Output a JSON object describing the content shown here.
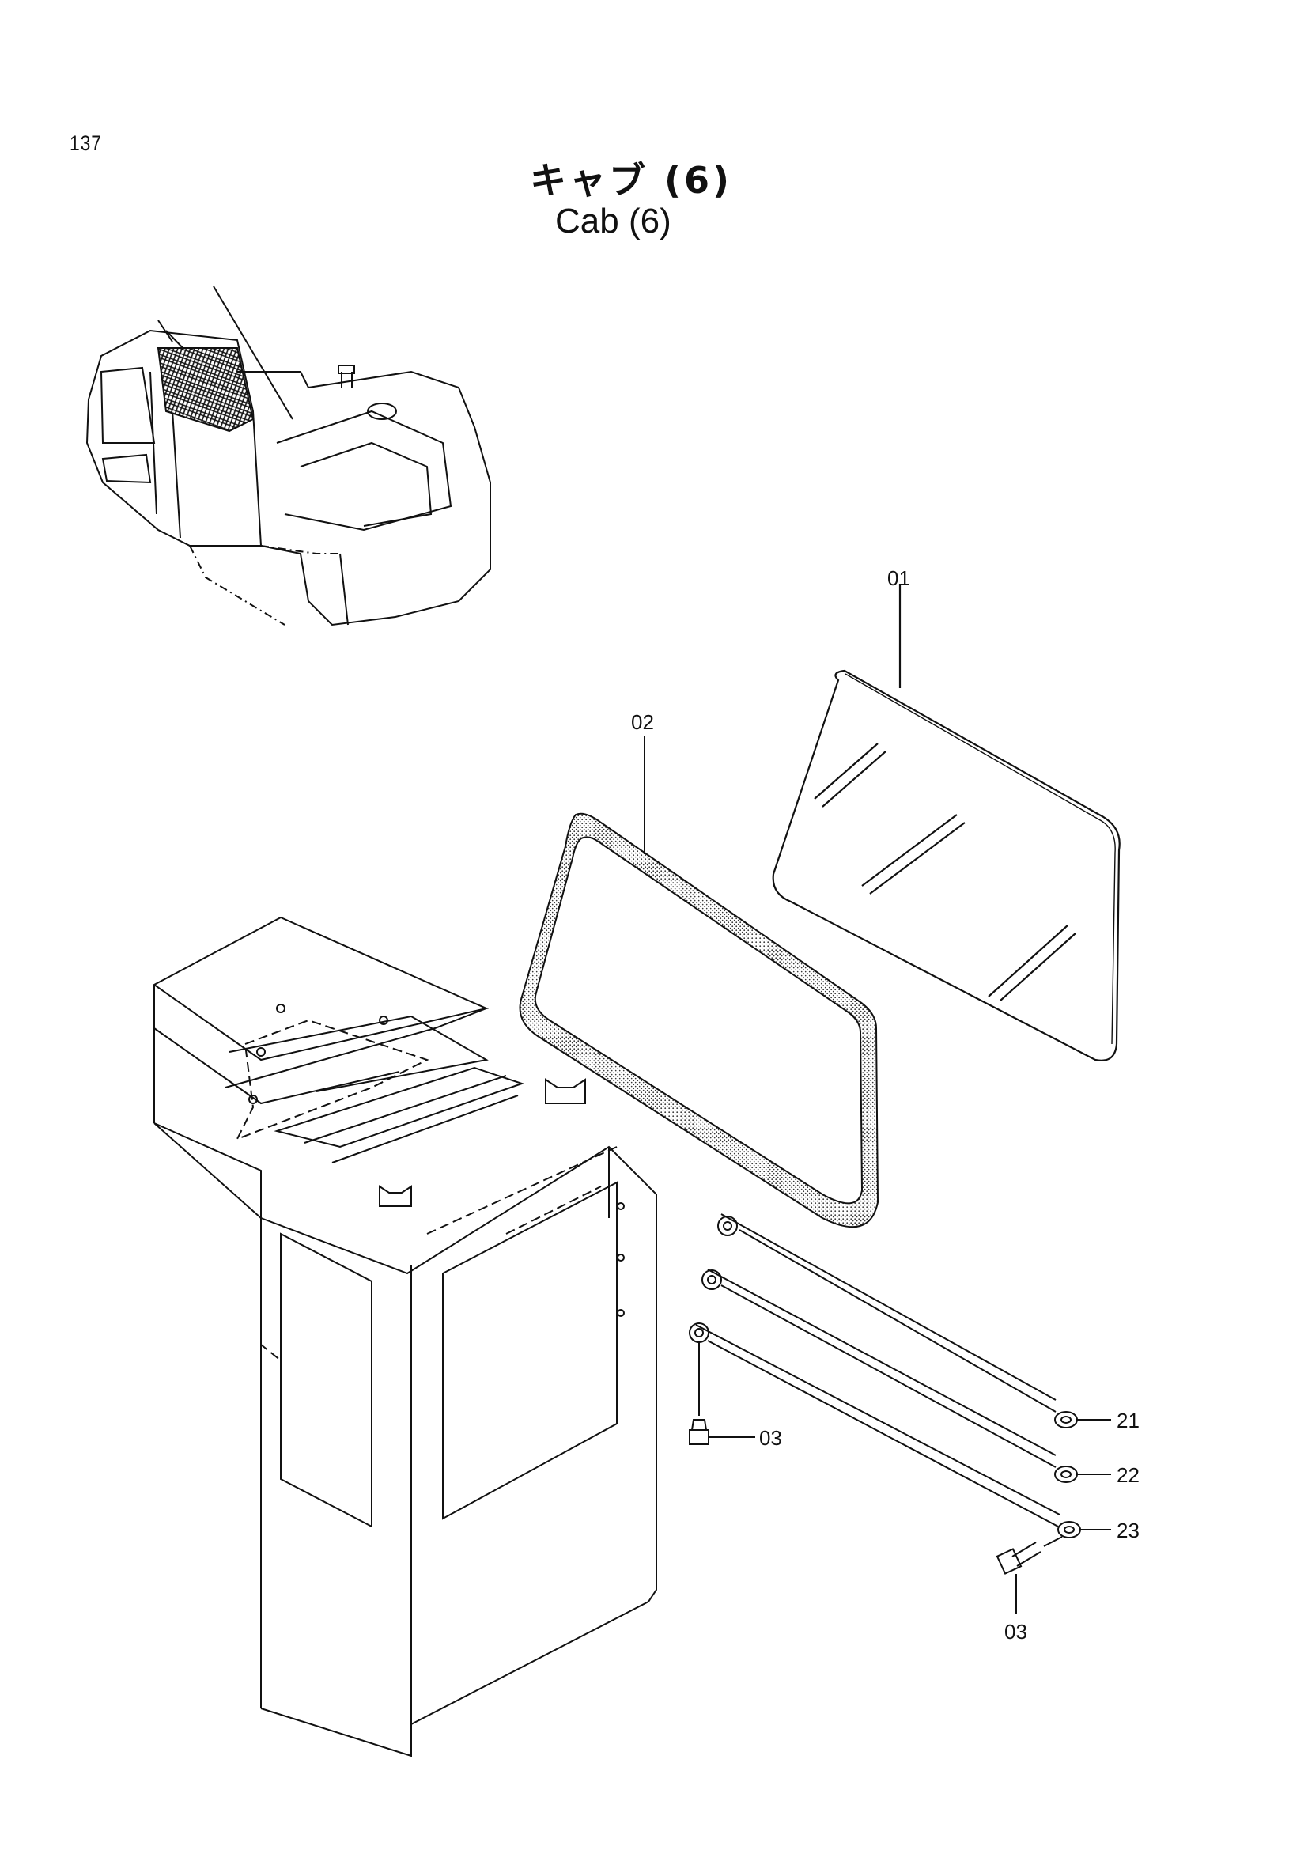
{
  "page": {
    "number": "137",
    "title_jp": "キャブ (6)",
    "title_en": "Cab (6)"
  },
  "parts": [
    {
      "ref": "01"
    },
    {
      "ref": "02"
    },
    {
      "ref": "03"
    },
    {
      "ref": "03"
    },
    {
      "ref": "21"
    },
    {
      "ref": "22"
    },
    {
      "ref": "23"
    }
  ]
}
